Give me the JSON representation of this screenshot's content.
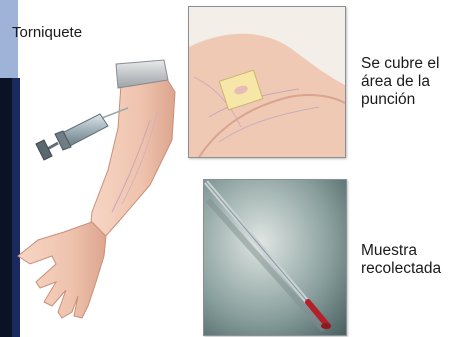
{
  "labels": {
    "tourniquet": "Torniquete",
    "covered": "Se cubre el\nárea de la\npunción",
    "sample": "Muestra\nrecolectada"
  },
  "colors": {
    "skin": "#efc7b3",
    "skin_shadow": "#d9a48f",
    "tourniquet": "#cfd2d4",
    "sample_blood": "#b3202a",
    "slide_bg": "#4f6a6c",
    "corner_bg": "#1b2a5e"
  },
  "icons": {
    "syringe": "syringe-icon",
    "bandage": "bandage-icon",
    "capillary_tube": "capillary-tube-icon"
  }
}
